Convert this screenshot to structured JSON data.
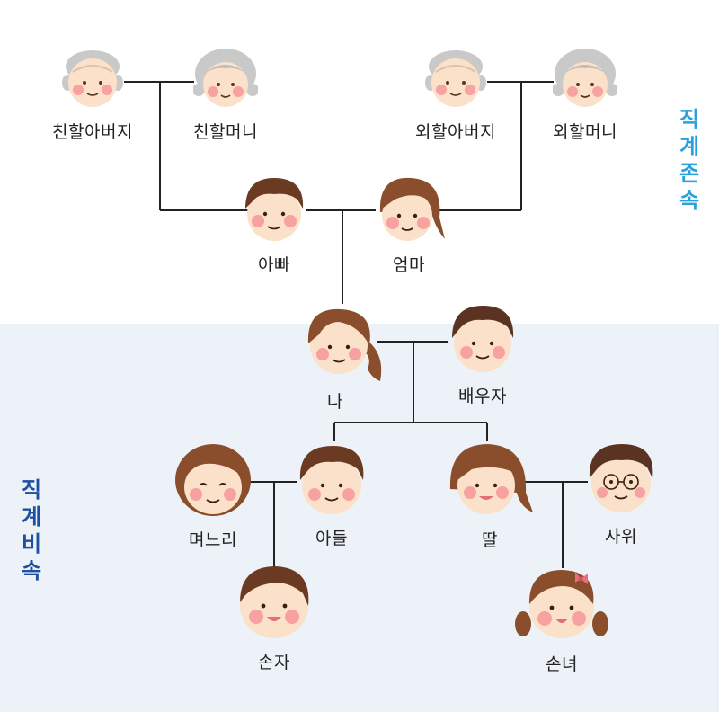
{
  "colors": {
    "ascendant_label": "#2aa1dd",
    "descendant_label": "#1e4fa0",
    "line": "#222222",
    "skin": "#fbe1c9",
    "cheek": "#f7a2a0",
    "hair_brown": "#6b3a22",
    "hair_gray": "#c9c9c9",
    "lower_band": "#edf2f8"
  },
  "labels": {
    "ascendant": "직계존속",
    "descendant": "직계비속"
  },
  "people": {
    "paternal_grandfather": {
      "label": "친할아버지",
      "icon": "grandfather-face-icon"
    },
    "paternal_grandmother": {
      "label": "친할머니",
      "icon": "grandmother-face-icon"
    },
    "maternal_grandfather": {
      "label": "외할아버지",
      "icon": "grandfather-face-icon"
    },
    "maternal_grandmother": {
      "label": "외할머니",
      "icon": "grandmother-face-icon"
    },
    "father": {
      "label": "아빠",
      "icon": "man-face-icon"
    },
    "mother": {
      "label": "엄마",
      "icon": "woman-face-icon"
    },
    "me": {
      "label": "나",
      "icon": "girl-ponytail-face-icon"
    },
    "spouse": {
      "label": "배우자",
      "icon": "man-face-icon"
    },
    "daughter_in_law": {
      "label": "며느리",
      "icon": "woman-face-icon"
    },
    "son": {
      "label": "아들",
      "icon": "man-face-icon"
    },
    "daughter": {
      "label": "딸",
      "icon": "woman-face-icon"
    },
    "son_in_law": {
      "label": "사위",
      "icon": "man-glasses-face-icon"
    },
    "grandson": {
      "label": "손자",
      "icon": "boy-face-icon"
    },
    "granddaughter": {
      "label": "손녀",
      "icon": "girl-pigtails-face-icon"
    }
  }
}
